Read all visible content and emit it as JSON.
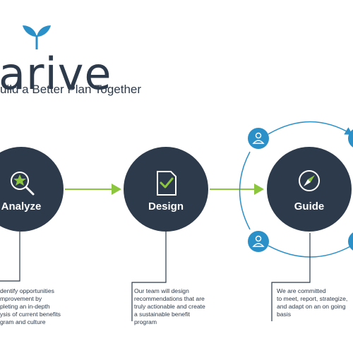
{
  "brand": {
    "name": "arive",
    "tagline": "uild a Better Plan Together"
  },
  "steps": [
    {
      "label": "Analyze",
      "description": [
        "dentify opportunities",
        "mprovement by",
        "pleting an in-depth",
        "ysis of current benefits",
        "gram and culture"
      ]
    },
    {
      "label": "Design",
      "description": [
        "Our team will design",
        "recommendations that are",
        "truly actionable and create",
        "a sustainable benefit",
        "program"
      ]
    },
    {
      "label": "Guide",
      "description": [
        "We are committed",
        "to meet, report, strategize,",
        "and adapt on an on going",
        "basis"
      ]
    }
  ],
  "icons": [
    "sprout-icon",
    "magnifier-star-icon",
    "document-check-icon",
    "compass-icon",
    "person-icon"
  ],
  "colors": {
    "navy": "#2c3a4b",
    "green": "#8cc63f",
    "blue": "#2b8fc8"
  }
}
